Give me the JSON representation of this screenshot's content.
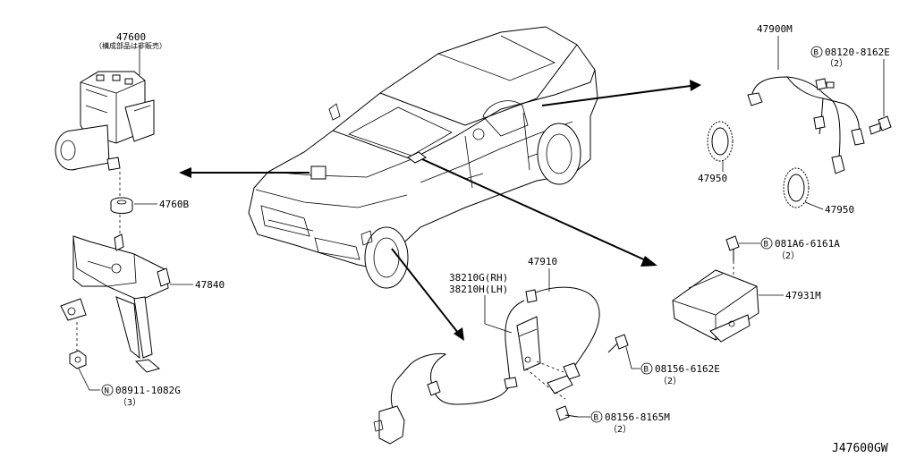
{
  "diagram_code": "J47600GW",
  "parts": {
    "abs_actuator": {
      "number": "47600",
      "note": "（構成部品は非販売）"
    },
    "grommet": {
      "number": "4760B"
    },
    "bracket": {
      "number": "47840"
    },
    "nut": {
      "marker": "N",
      "number": "08911-1082G",
      "qty": "（3）"
    },
    "rear_harness": {
      "number": "47900M"
    },
    "rear_bolt": {
      "marker": "B",
      "number": "08120-8162E",
      "qty": "（2）"
    },
    "sensor_rotor_left": {
      "number": "47950"
    },
    "sensor_rotor_right": {
      "number": "47950"
    },
    "control_unit_bolt": {
      "marker": "B",
      "number": "081A6-6161A",
      "qty": "（2）"
    },
    "control_unit": {
      "number": "47931M"
    },
    "front_sensor": {
      "number": "47910"
    },
    "front_sensor_bracket": {
      "number_rh": "38210G(RH)",
      "number_lh": "38210H(LH)"
    },
    "sensor_bolt_a": {
      "marker": "B",
      "number": "08156-6162E",
      "qty": "（2）"
    },
    "sensor_bolt_b": {
      "marker": "B",
      "number": "08156-8165M",
      "qty": "（2）"
    }
  }
}
